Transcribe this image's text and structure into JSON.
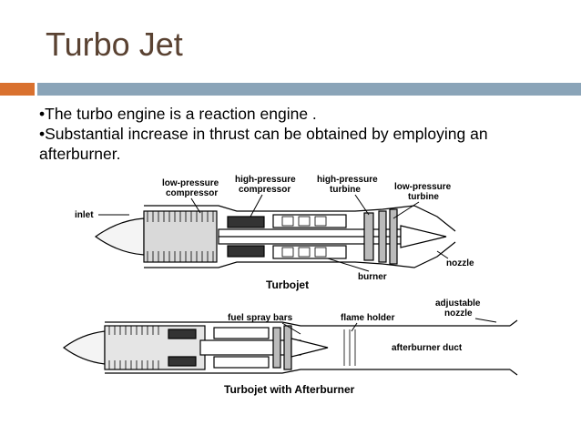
{
  "slide": {
    "title": "Turbo Jet",
    "bullets": [
      "•The turbo engine is a reaction engine .",
      "•Substantial increase in thrust  can be obtained by employing an afterburner."
    ]
  },
  "diagram": {
    "turbojet": {
      "caption": "Turbojet",
      "labels": {
        "inlet": "inlet",
        "lp_compressor_1": "low-pressure",
        "lp_compressor_2": "compressor",
        "hp_compressor_1": "high-pressure",
        "hp_compressor_2": "compressor",
        "hp_turbine_1": "high-pressure",
        "hp_turbine_2": "turbine",
        "lp_turbine_1": "low-pressure",
        "lp_turbine_2": "turbine",
        "burner": "burner",
        "nozzle": "nozzle"
      }
    },
    "afterburner": {
      "caption": "Turbojet with Afterburner",
      "labels": {
        "fuel_spray_bars": "fuel spray bars",
        "flame_holder": "flame holder",
        "adjustable_nozzle_1": "adjustable",
        "adjustable_nozzle_2": "nozzle",
        "afterburner_duct": "afterburner duct"
      }
    }
  },
  "colors": {
    "title": "#5a4232",
    "accent_orange": "#d9712f",
    "accent_blue": "#8aa4b8"
  }
}
